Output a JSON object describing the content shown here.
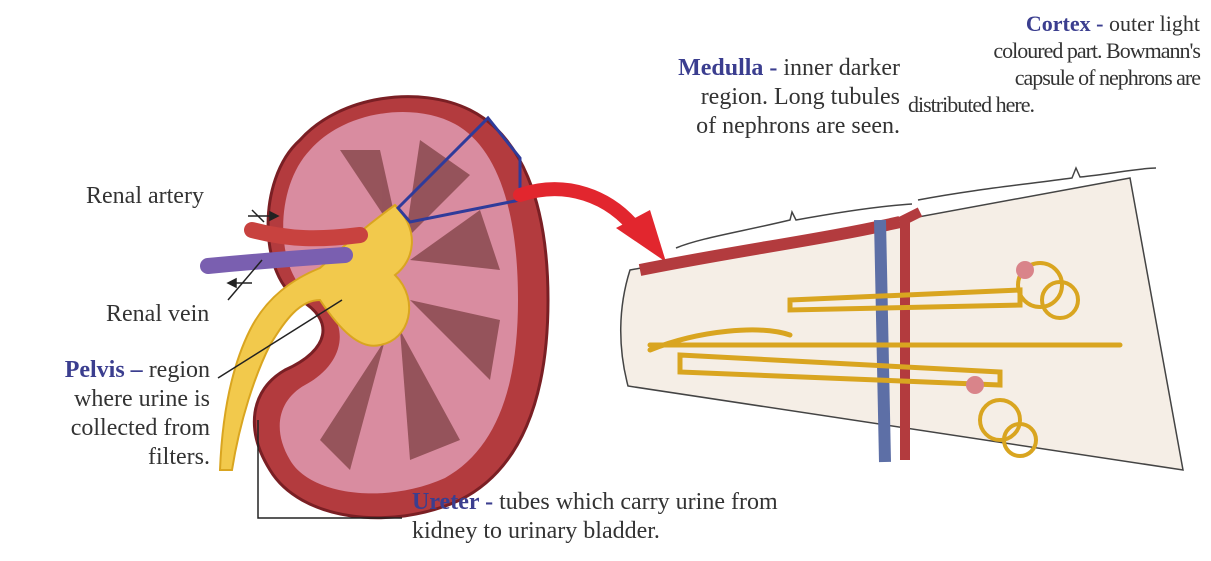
{
  "colors": {
    "term": "#3b3e8f",
    "text": "#333333",
    "artery": "#c8423f",
    "vein": "#7a5fb0",
    "pelvis": "#f2c94c",
    "kidney_outer": "#b33b3e",
    "arrow": "#e2262e",
    "bracket": "#2f3b9a"
  },
  "labels": {
    "renal_artery": "Renal artery",
    "renal_vein": "Renal vein",
    "pelvis_term": "Pelvis –",
    "pelvis_desc_1": " region",
    "pelvis_desc_2": "where urine is",
    "pelvis_desc_3": "collected from",
    "pelvis_desc_4": "filters.",
    "medulla_term": "Medulla -",
    "medulla_desc_1": " inner darker",
    "medulla_desc_2": "region. Long tubules",
    "medulla_desc_3": "of nephrons are seen.",
    "cortex_term": "Cortex -",
    "cortex_desc_1": " outer light",
    "cortex_desc_2": "coloured part. Bowmann's",
    "cortex_desc_3": "capsule of nephrons are",
    "cortex_desc_4": "distributed here.",
    "ureter_term": "Ureter -",
    "ureter_desc_1": " tubes which carry urine from",
    "ureter_desc_2": "kidney to urinary bladder."
  }
}
